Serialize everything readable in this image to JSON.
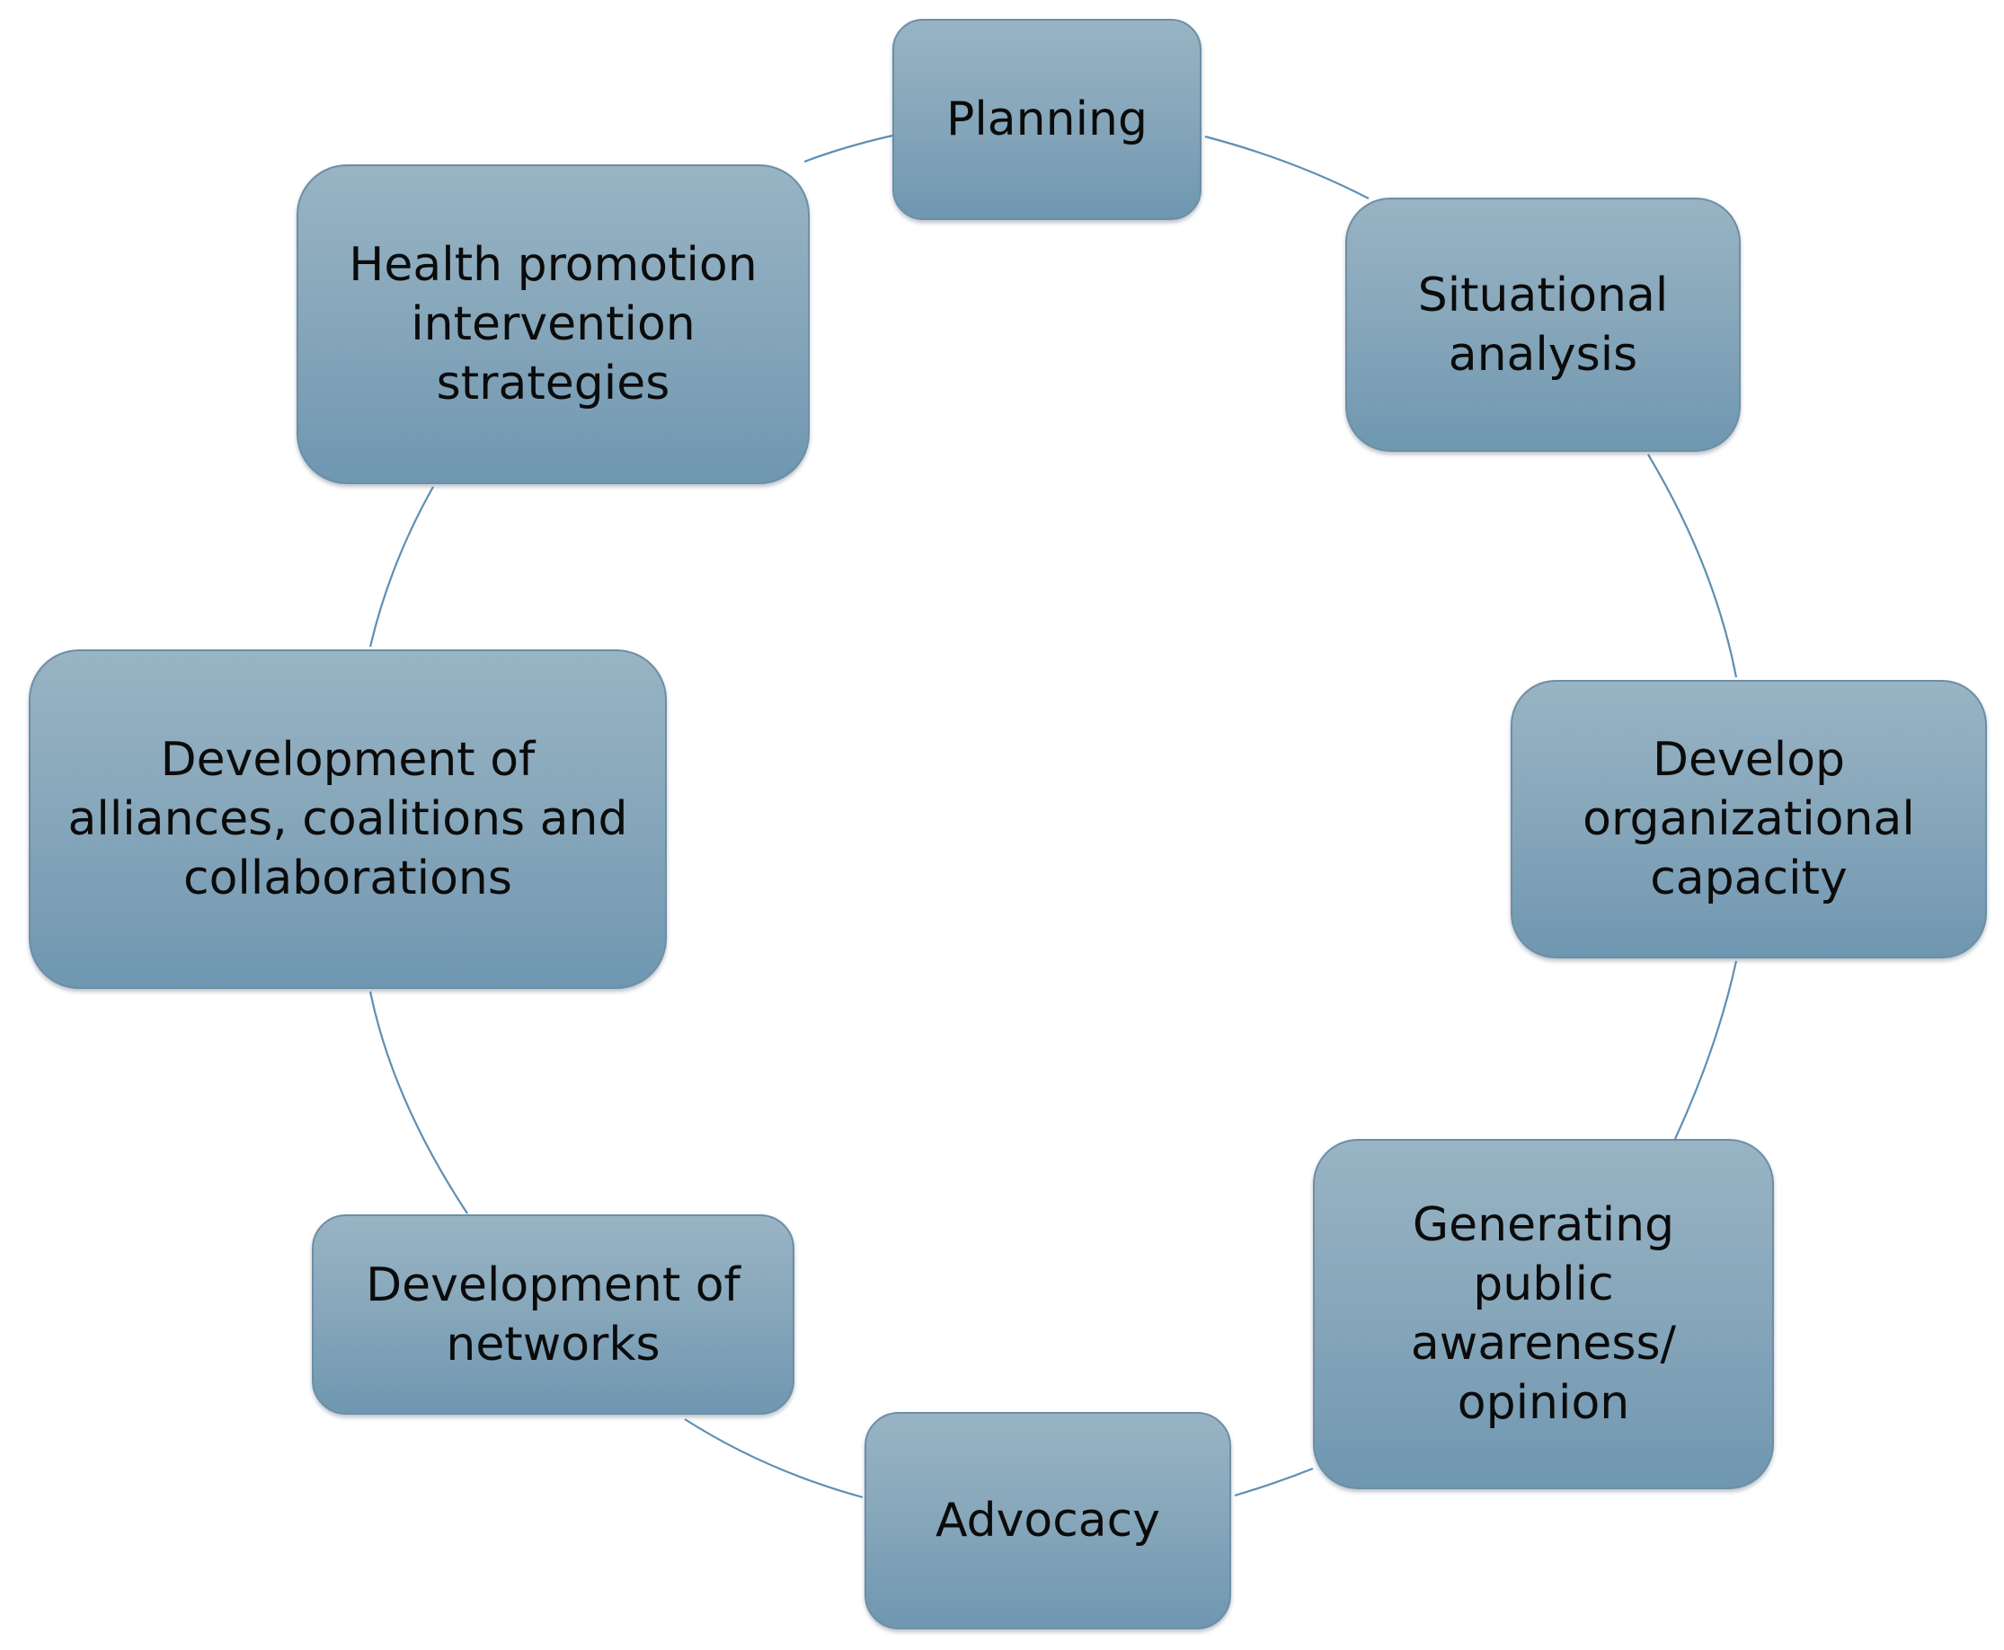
{
  "diagram": {
    "type": "cycle",
    "colors": {
      "node_fill_top": "#98b4c4",
      "node_fill_bottom": "#6f97b1",
      "node_border": "#6d8ea6",
      "connector": "#5e8fb3",
      "text": "#0b0b0b"
    },
    "nodes": [
      {
        "id": "planning",
        "label": "Planning"
      },
      {
        "id": "situational",
        "label": "Situational\nanalysis"
      },
      {
        "id": "capacity",
        "label": "Develop\norganizational\ncapacity"
      },
      {
        "id": "awareness",
        "label": "Generating\npublic\nawareness/\nopinion"
      },
      {
        "id": "advocacy",
        "label": "Advocacy"
      },
      {
        "id": "networks",
        "label": "Development of\nnetworks"
      },
      {
        "id": "alliances",
        "label": "Development of\nalliances, coalitions and\ncollaborations"
      },
      {
        "id": "health",
        "label": "Health promotion\nintervention\nstrategies"
      }
    ],
    "edges": [
      [
        "planning",
        "situational"
      ],
      [
        "situational",
        "capacity"
      ],
      [
        "capacity",
        "awareness"
      ],
      [
        "awareness",
        "advocacy"
      ],
      [
        "advocacy",
        "networks"
      ],
      [
        "networks",
        "alliances"
      ],
      [
        "alliances",
        "health"
      ],
      [
        "health",
        "planning"
      ]
    ]
  }
}
